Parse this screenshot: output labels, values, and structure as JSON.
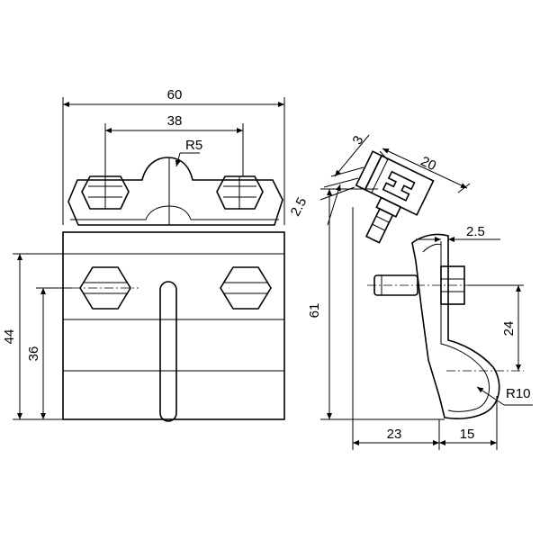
{
  "dimensions": {
    "overall_width": "60",
    "bolt_spacing": "38",
    "saddle_radius": "R5",
    "height_outer": "44",
    "height_inner": "36",
    "plate_thickness": "3",
    "head_width": "20",
    "offset_small": "2.5",
    "total_height": "61",
    "clip_thickness": "2.5",
    "clip_height": "24",
    "clip_radius": "R10",
    "depth_left": "23",
    "depth_right": "15"
  }
}
